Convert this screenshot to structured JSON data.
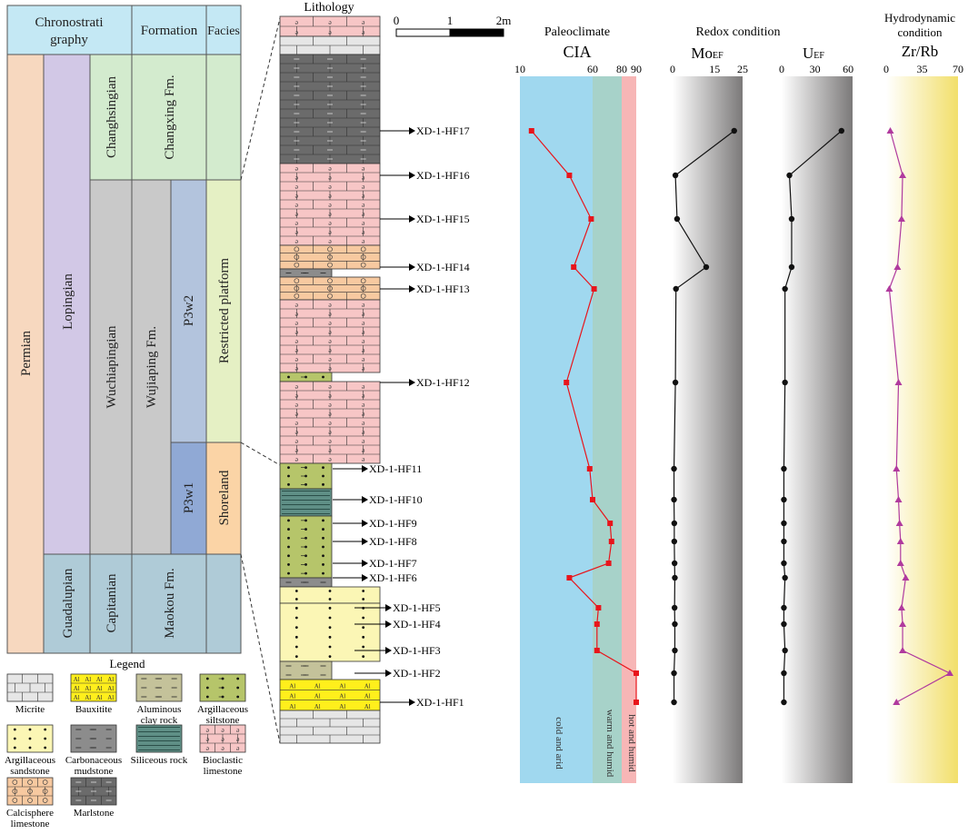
{
  "strat": {
    "header": {
      "chrono": "Chronostrati graphy",
      "chrono_1": "Chronostrati",
      "chrono_2": "graphy",
      "formation": "Formation",
      "facies": "Facies"
    },
    "system": {
      "permian": "Permian"
    },
    "series": {
      "lopingian": "Lopingian",
      "guadalupian": "Guadalupian"
    },
    "stage": {
      "changhsingian": "Changhsingian",
      "wuchiapingian": "Wuchiapingian",
      "capitanian": "Capitanian"
    },
    "formation": {
      "changxing": "Changxing Fm.",
      "wujiaping": "Wujiaping Fm.",
      "maokou": "Maokou Fm."
    },
    "member": {
      "p3w2": "P3w2",
      "p3w1": "P3w1"
    },
    "facies": {
      "restricted": "Restricted platform",
      "shoreland": "Shoreland"
    }
  },
  "lithology": {
    "title": "Lithology",
    "scale": {
      "ticks": [
        "0",
        "1",
        "2m"
      ]
    },
    "samples": [
      "XD-1-HF17",
      "XD-1-HF16",
      "XD-1-HF15",
      "XD-1-HF14",
      "XD-1-HF13",
      "XD-1-HF12",
      "XD-1-HF11",
      "XD-1-HF10",
      "XD-1-HF9",
      "XD-1-HF8",
      "XD-1-HF7",
      "XD-1-HF6",
      "XD-1-HF5",
      "XD-1-HF4",
      "XD-1-HF3",
      "XD-1-HF2",
      "XD-1-HF1"
    ]
  },
  "legend": {
    "title": "Legend",
    "items": [
      {
        "key": "micrite",
        "label": "Micrite"
      },
      {
        "key": "bauxitite",
        "label": "Bauxitite"
      },
      {
        "key": "aluminous",
        "label": "Aluminous clay rock"
      },
      {
        "key": "arg_silt",
        "label": "Argillaceous siltstone"
      },
      {
        "key": "arg_sand",
        "label": "Argillaceous sandstone"
      },
      {
        "key": "carb_mud",
        "label": "Carbonaceous mudstone"
      },
      {
        "key": "siliceous",
        "label": "Siliceous rock"
      },
      {
        "key": "bioclastic",
        "label": "Bioclastic limestone"
      },
      {
        "key": "calcisphere",
        "label": "Calcisphere limestone"
      },
      {
        "key": "marlstone",
        "label": "Marlstone"
      }
    ]
  },
  "chart_data": [
    {
      "type": "line",
      "title": "Paleoclimate",
      "xlabel": "CIA",
      "xticks": [
        10,
        60,
        80,
        90
      ],
      "zones": [
        {
          "label": "cold and arid",
          "from": 10,
          "to": 60,
          "color": "#a0d8ef"
        },
        {
          "label": "warm and humid",
          "from": 60,
          "to": 80,
          "color": "#a7d2c9"
        },
        {
          "label": "hot and humid",
          "from": 80,
          "to": 90,
          "color": "#f7b6b6"
        }
      ],
      "color": "#e8151b",
      "samples": [
        "XD-1-HF17",
        "XD-1-HF16",
        "XD-1-HF15",
        "XD-1-HF14",
        "XD-1-HF13",
        "XD-1-HF12",
        "XD-1-HF11",
        "XD-1-HF10",
        "XD-1-HF9",
        "XD-1-HF8",
        "XD-1-HF7",
        "XD-1-HF6",
        "XD-1-HF5",
        "XD-1-HF4",
        "XD-1-HF3",
        "XD-1-HF2",
        "XD-1-HF1"
      ],
      "values": [
        18,
        44,
        59,
        47,
        61,
        42,
        58,
        60,
        72,
        73,
        71,
        44,
        64,
        63,
        63,
        90,
        90
      ]
    },
    {
      "type": "line",
      "title": "Redox condition",
      "xlabel": "MoEF",
      "xticks": [
        0,
        15,
        25
      ],
      "color": "#111111",
      "samples": [
        "XD-1-HF17",
        "XD-1-HF16",
        "XD-1-HF15",
        "XD-1-HF14",
        "XD-1-HF13",
        "XD-1-HF12",
        "XD-1-HF11",
        "XD-1-HF10",
        "XD-1-HF9",
        "XD-1-HF8",
        "XD-1-HF7",
        "XD-1-HF6",
        "XD-1-HF5",
        "XD-1-HF4",
        "XD-1-HF3",
        "XD-1-HF2",
        "XD-1-HF1"
      ],
      "values": [
        22.0,
        1.0,
        1.6,
        12.0,
        1.2,
        1.0,
        0.5,
        0.5,
        0.6,
        0.6,
        0.7,
        0.8,
        0.7,
        0.8,
        0.8,
        0.5,
        0.5
      ]
    },
    {
      "type": "line",
      "xlabel": "UEF",
      "xticks": [
        0,
        30,
        60
      ],
      "color": "#111111",
      "samples": [
        "XD-1-HF17",
        "XD-1-HF16",
        "XD-1-HF15",
        "XD-1-HF14",
        "XD-1-HF13",
        "XD-1-HF12",
        "XD-1-HF11",
        "XD-1-HF10",
        "XD-1-HF9",
        "XD-1-HF8",
        "XD-1-HF7",
        "XD-1-HF6",
        "XD-1-HF5",
        "XD-1-HF4",
        "XD-1-HF3",
        "XD-1-HF2",
        "XD-1-HF1"
      ],
      "values": [
        54,
        7,
        9,
        9,
        3,
        3,
        2,
        2,
        2,
        2,
        2,
        3,
        2,
        2,
        3,
        2,
        2
      ]
    },
    {
      "type": "line",
      "title": "Hydrodynamic condition",
      "xlabel": "Zr/Rb",
      "xticks": [
        0,
        35,
        70
      ],
      "color": "#b03a9e",
      "samples": [
        "XD-1-HF17",
        "XD-1-HF16",
        "XD-1-HF15",
        "XD-1-HF14",
        "XD-1-HF13",
        "XD-1-HF12",
        "XD-1-HF11",
        "XD-1-HF10",
        "XD-1-HF9",
        "XD-1-HF8",
        "XD-1-HF7",
        "XD-1-HF6",
        "XD-1-HF5",
        "XD-1-HF4",
        "XD-1-HF3",
        "XD-1-HF2",
        "XD-1-HF1"
      ],
      "values": [
        4,
        16,
        15,
        11,
        3,
        12,
        10,
        12,
        13,
        14,
        14,
        19,
        15,
        16,
        16,
        62,
        10
      ]
    }
  ]
}
